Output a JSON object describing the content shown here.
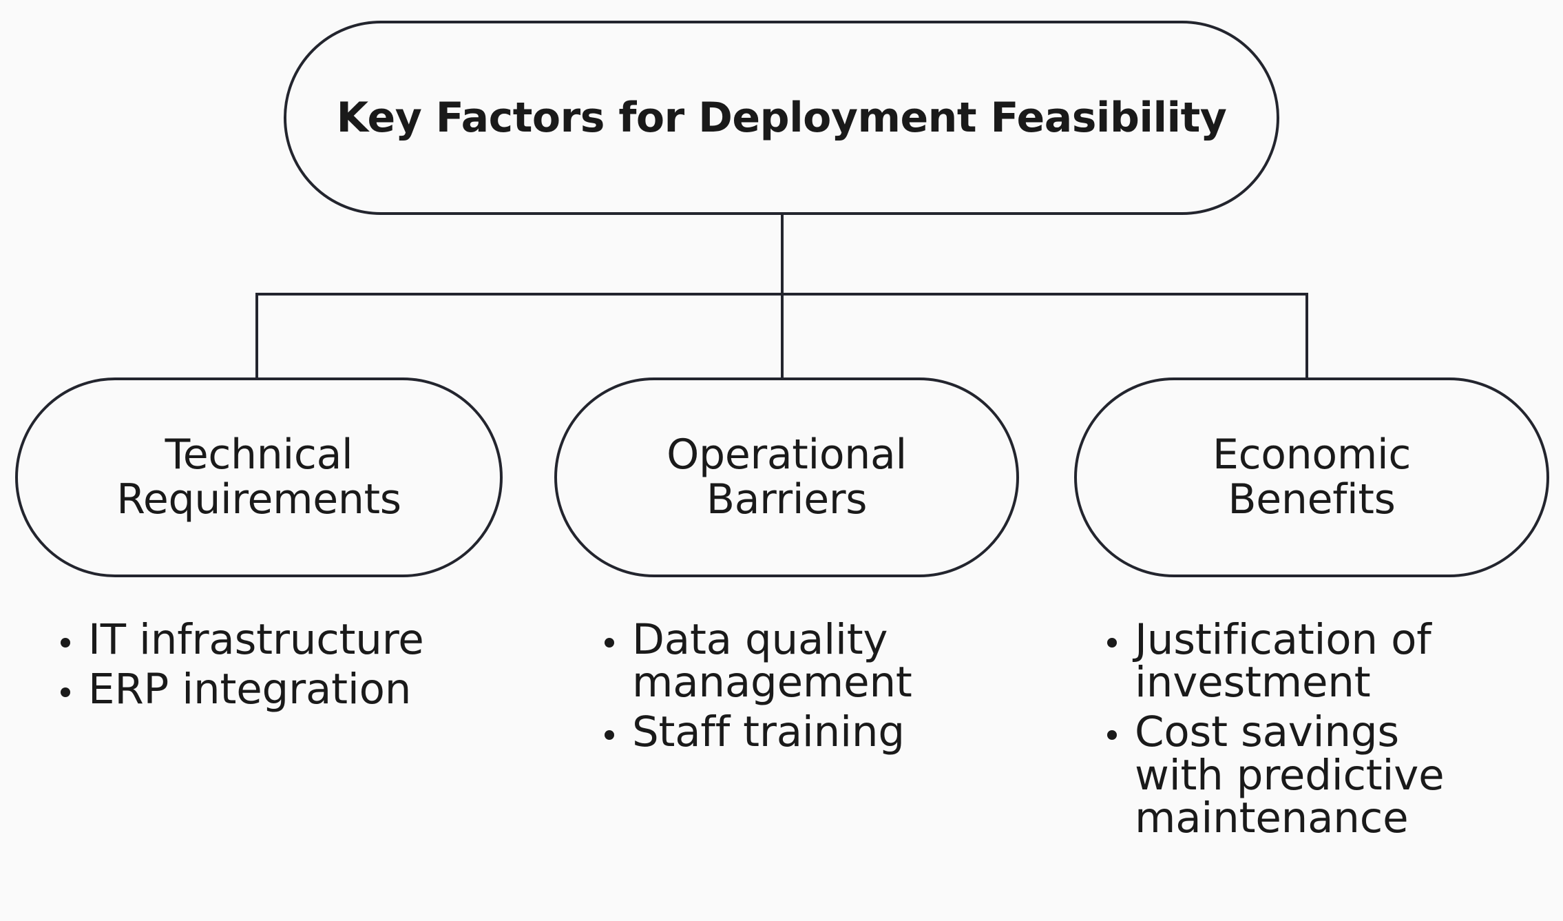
{
  "diagram": {
    "type": "hierarchy-tree",
    "background_color": "#fafafa",
    "stroke_color": "#23252e",
    "text_color": "#1a1a1a",
    "root": {
      "label": "Key Factors for Deployment Feasibility"
    },
    "children": [
      {
        "label": "Technical\nRequirements",
        "bullets": [
          "IT infrastructure",
          "ERP integration"
        ]
      },
      {
        "label": "Operational\nBarriers",
        "bullets": [
          "Data quality management",
          "Staff training"
        ]
      },
      {
        "label": "Economic\nBenefits",
        "bullets": [
          "Justification of investment",
          "Cost savings with predictive maintenance"
        ]
      }
    ]
  }
}
